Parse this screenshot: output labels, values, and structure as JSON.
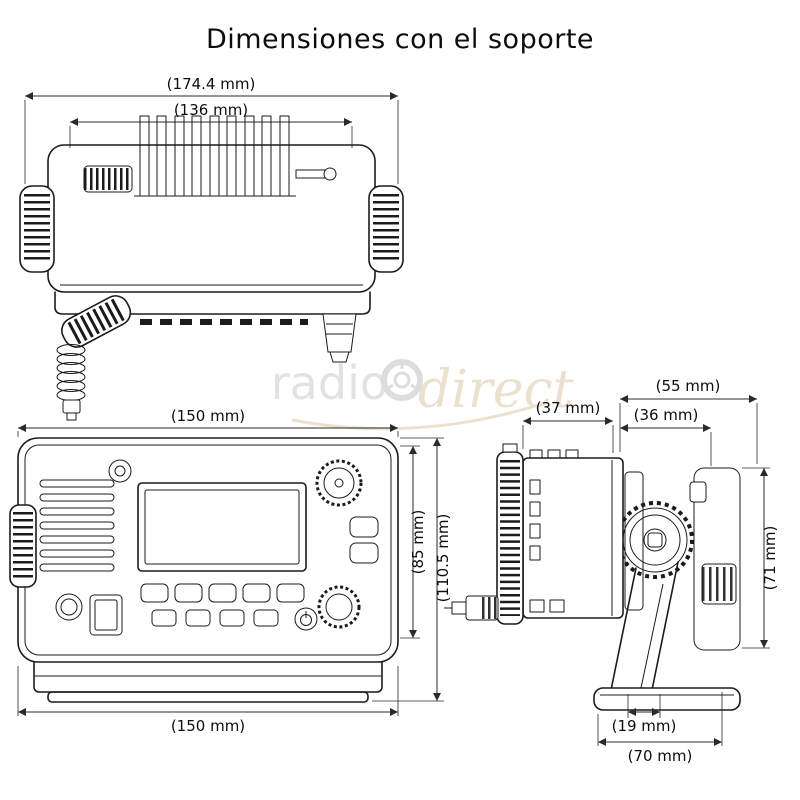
{
  "title": "Dimensiones con el soporte",
  "dim": {
    "top_view": {
      "overall_width": "(174.4 mm)",
      "body_width": "(136 mm)"
    },
    "front_view": {
      "width_top": "(150 mm)",
      "height_panel": "(85 mm)",
      "height_total": "(110.5 mm)",
      "width_bottom": "(150 mm)"
    },
    "side_view": {
      "depth_front": "(37 mm)",
      "depth_top": "(55 mm)",
      "depth_bracket": "(36 mm)",
      "height": "(71 mm)",
      "base_gap": "(19 mm)",
      "base_depth": "(70 mm)"
    }
  },
  "watermark": {
    "left": "radio",
    "right": "direct",
    "icon": "aperture-icon"
  },
  "colors": {
    "line": "#1b1b1b",
    "watermark_gray": "#c6c6c6",
    "watermark_gold": "#d8c59e",
    "background": "#ffffff"
  }
}
